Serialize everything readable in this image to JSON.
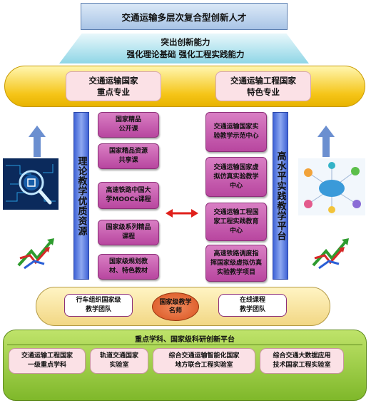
{
  "top": {
    "title": "交通运输多层次复合型创新人才",
    "trap_line1": "突出创新能力",
    "trap_line2": "强化理论基础 强化工程实践能力"
  },
  "platforms": {
    "left": [
      "交通运输国家",
      "重点专业"
    ],
    "right": [
      "交通运输工程国家",
      "特色专业"
    ]
  },
  "left_column": {
    "label": "理论教学优质资源",
    "items": [
      [
        "国家精品",
        "公开课"
      ],
      [
        "国家精品资源",
        "共享课"
      ],
      [
        "高速铁路中国大",
        "学MOOCs课程"
      ],
      [
        "国家级系列精品",
        "课程"
      ],
      [
        "国家级规划教",
        "材、特色教材"
      ]
    ]
  },
  "right_column": {
    "label": "高水平实践教学平台",
    "items": [
      [
        "交通运输国家实",
        "验教学示范中心"
      ],
      [
        "交通运输国家虚",
        "拟仿真实验教学",
        "中心"
      ],
      [
        "交通运输工程国",
        "家工程实践教育",
        "中心"
      ],
      [
        "高速铁路调度指",
        "挥国家级虚拟仿真",
        "实验教学项目"
      ]
    ]
  },
  "team": {
    "left": [
      "行车组织国家级",
      "教学团队"
    ],
    "center": [
      "国家级教学",
      "名师"
    ],
    "right": [
      "在线课程",
      "教学团队"
    ]
  },
  "research": {
    "title": "重点学科、国家级科研创新平台",
    "items": [
      [
        "交通运输工程国家",
        "一级重点学科"
      ],
      [
        "轨道交通国家",
        "实验室"
      ],
      [
        "综合交通运输智能化国家",
        "地方联合工程实验室"
      ],
      [
        "综合交通大数据应用",
        "技术国家工程实验室"
      ]
    ]
  },
  "colors": {
    "gold": "#f5c518",
    "purple": "#b8469f",
    "blue_bar": "#3f63d6",
    "green": "#7fb82a",
    "red_arrow": "#e0201b"
  },
  "icons": [
    "tech-circuit-icon",
    "cloud-network-icon",
    "growth-arrows-icon",
    "double-arrow-icon"
  ]
}
